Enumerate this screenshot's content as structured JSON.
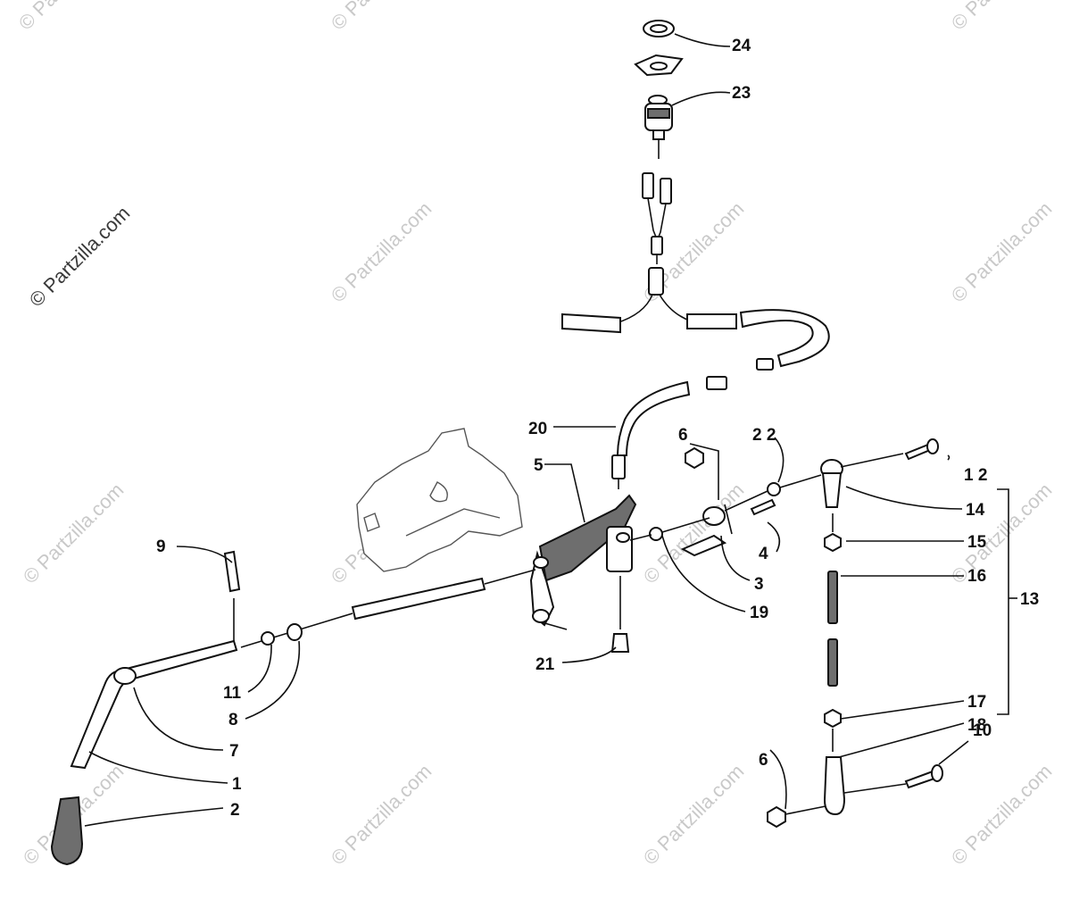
{
  "watermarks": {
    "main": "© Partzilla.com",
    "tile": "© Partzilla.com"
  },
  "callouts": [
    {
      "id": "c24",
      "label": "24"
    },
    {
      "id": "c23",
      "label": "23"
    },
    {
      "id": "c20",
      "label": "20"
    },
    {
      "id": "c6a",
      "label": "6"
    },
    {
      "id": "c22",
      "label": "2 2"
    },
    {
      "id": "c12",
      "label": "1 2"
    },
    {
      "id": "c5",
      "label": "5"
    },
    {
      "id": "c14",
      "label": "14"
    },
    {
      "id": "c4",
      "label": "4"
    },
    {
      "id": "c15",
      "label": "15"
    },
    {
      "id": "c9",
      "label": "9"
    },
    {
      "id": "c16",
      "label": "16"
    },
    {
      "id": "c3",
      "label": "3"
    },
    {
      "id": "c13",
      "label": "13"
    },
    {
      "id": "c19",
      "label": "19"
    },
    {
      "id": "c21",
      "label": "21"
    },
    {
      "id": "c11",
      "label": "11"
    },
    {
      "id": "c17",
      "label": "17"
    },
    {
      "id": "c18",
      "label": "18"
    },
    {
      "id": "c8",
      "label": "8"
    },
    {
      "id": "c10",
      "label": "10"
    },
    {
      "id": "c7",
      "label": "7"
    },
    {
      "id": "c6b",
      "label": "6"
    },
    {
      "id": "c1",
      "label": "1"
    },
    {
      "id": "c2",
      "label": "2"
    }
  ],
  "colors": {
    "line": "#111111",
    "watermark": "#c9c9c9",
    "part_shade": "#6e6e6e"
  }
}
